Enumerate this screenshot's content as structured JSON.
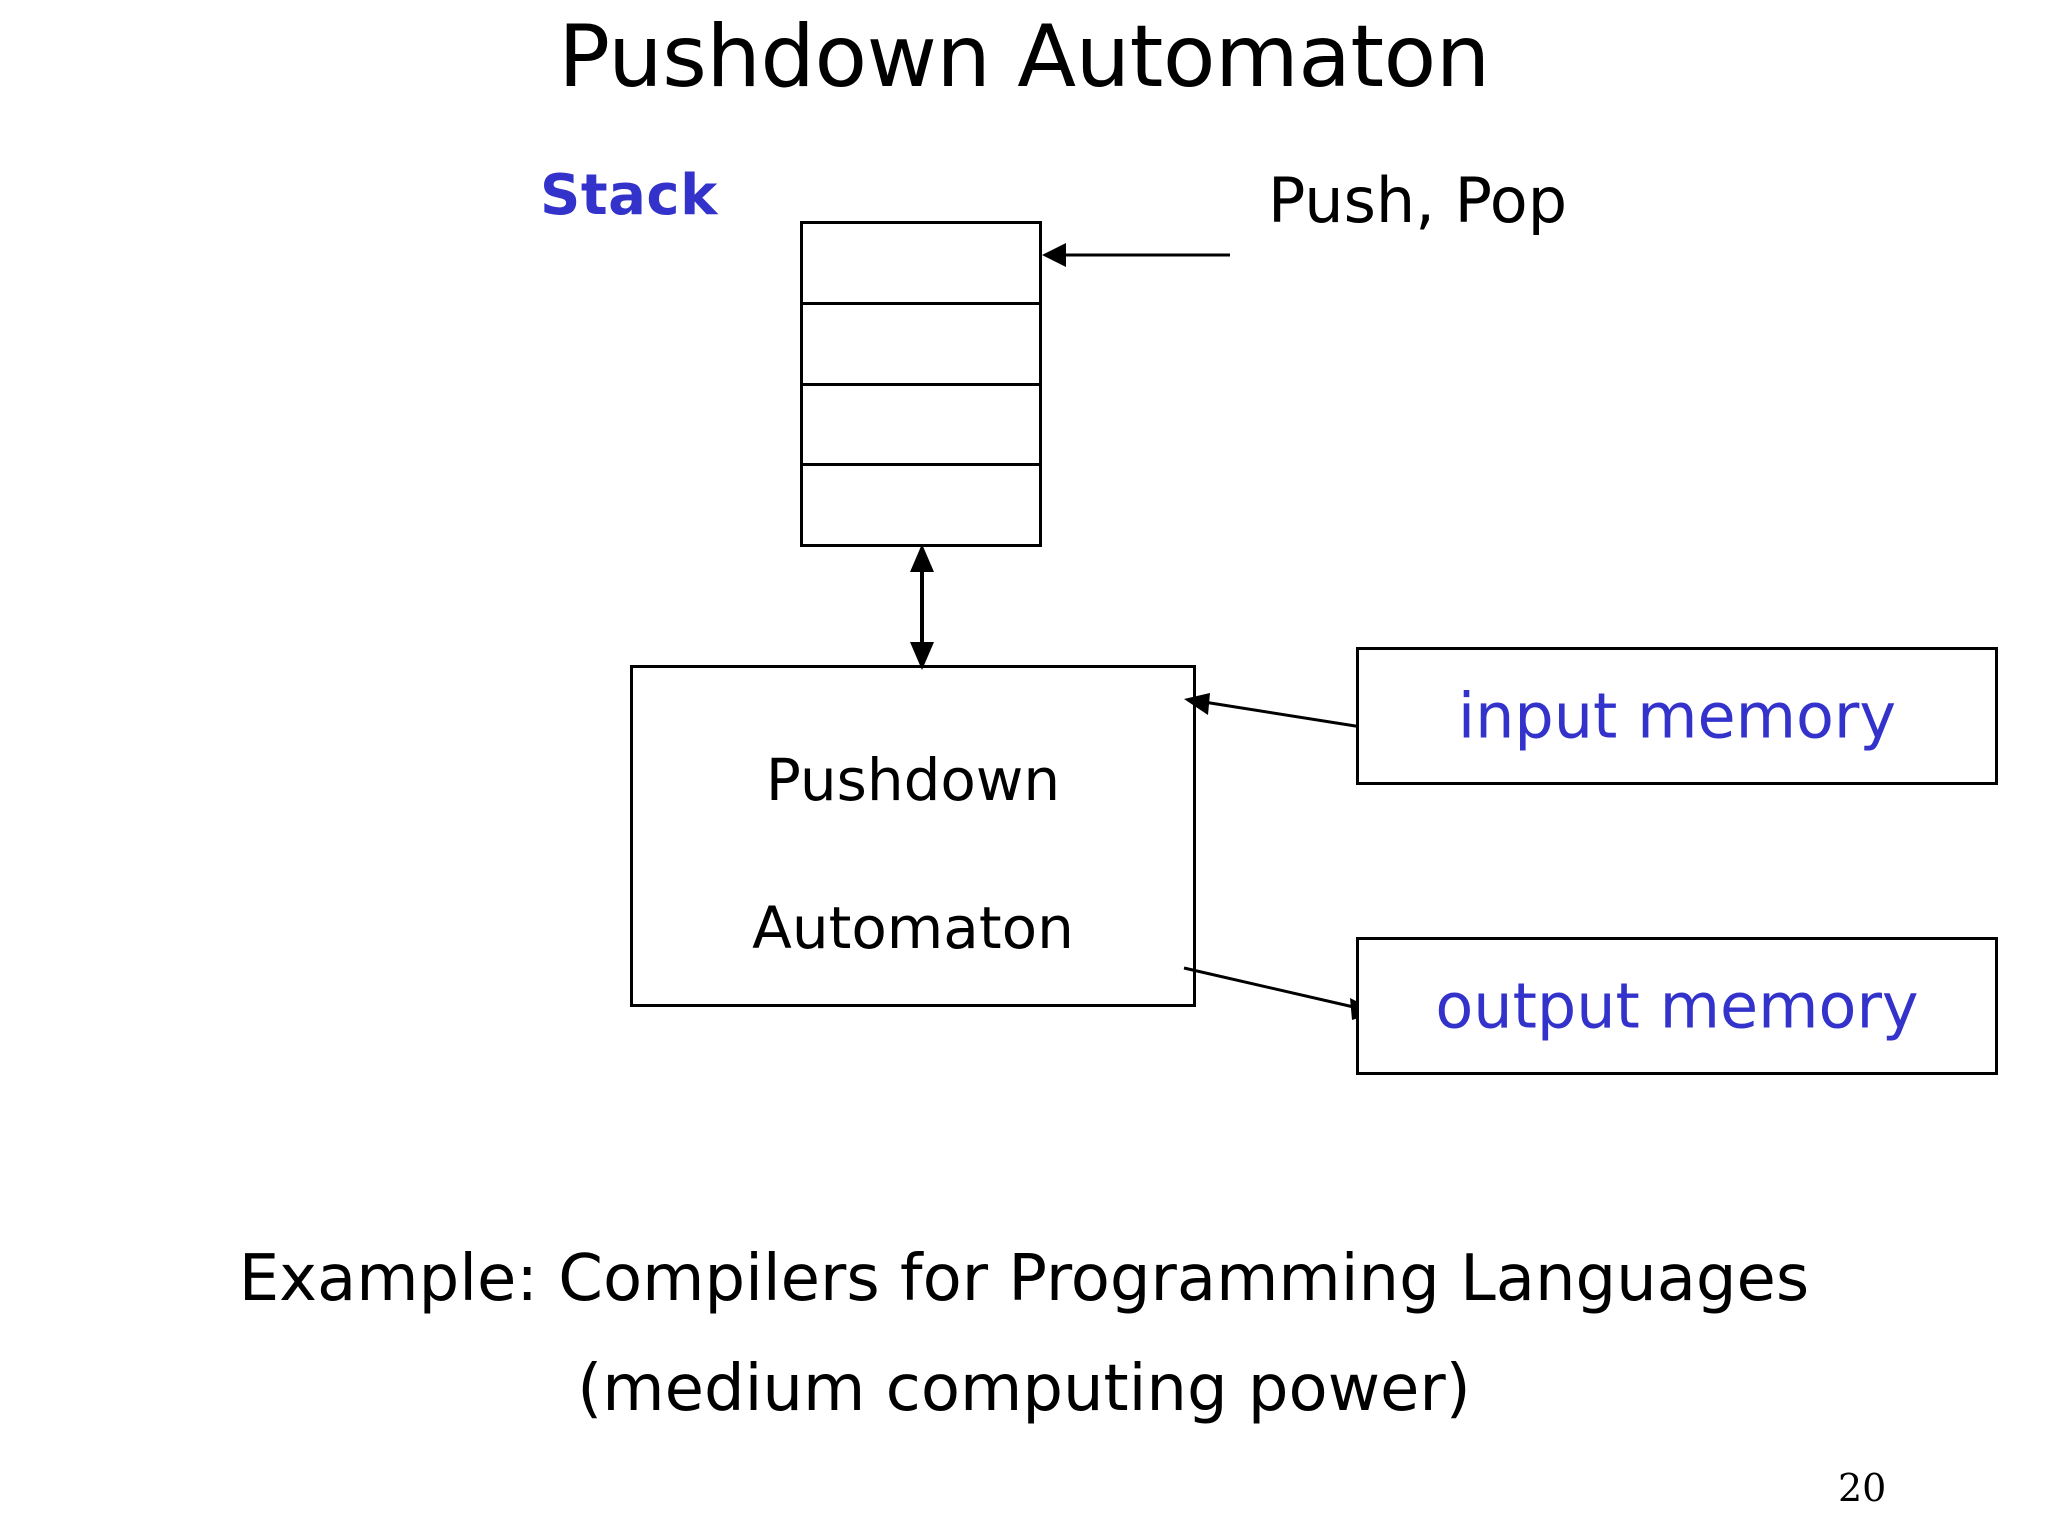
{
  "slide": {
    "title": "Pushdown Automaton",
    "page_number": "20",
    "background_color": "#ffffff"
  },
  "colors": {
    "accent_blue": "#3333cc",
    "stroke_black": "#000000",
    "text_black": "#000000"
  },
  "diagram": {
    "stack": {
      "label": "Stack",
      "label_color": "#3333cc",
      "cell_count": 4,
      "cells": [
        "",
        "",
        "",
        ""
      ]
    },
    "push_pop": {
      "label": "Push, Pop",
      "arrow_direction": "left"
    },
    "stack_link": {
      "arrow_direction": "bidirectional"
    },
    "pda": {
      "line1": "Pushdown",
      "line2": "Automaton"
    },
    "input_memory": {
      "label": "input memory",
      "label_color": "#3333cc",
      "arrow_direction": "left"
    },
    "output_memory": {
      "label": "output memory",
      "label_color": "#3333cc",
      "arrow_direction": "right"
    }
  },
  "footer": {
    "example_line1": "Example: Compilers for Programming Languages",
    "example_line2": "(medium computing power)"
  }
}
